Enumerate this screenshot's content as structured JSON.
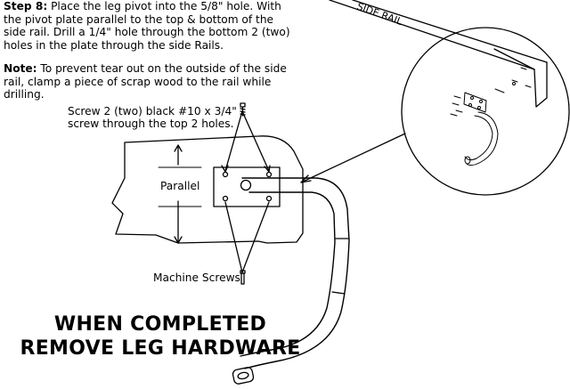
{
  "instructions": {
    "step_label": "Step 8:",
    "step_text": " Place the leg pivot into the 5/8\" hole. With the pivot plate parallel to the top & bottom of the side rail. Drill a 1/4\" hole through the bottom 2 (two) holes in the plate through the side Rails.",
    "note_label": "Note:",
    "note_text": " To prevent tear out on the outside of the side rail, clamp a piece of scrap wood to the rail while drilling."
  },
  "callouts": {
    "screw_line1": "Screw 2 (two) black #10 x 3/4\"",
    "screw_line2": "screw through the top 2 holes.",
    "parallel": "Parallel",
    "machine_screws": "Machine Screws",
    "side_rail": "SIDE RAIL"
  },
  "banner": {
    "line1": "WHEN COMPLETED",
    "line2": "REMOVE LEG HARDWARE"
  }
}
